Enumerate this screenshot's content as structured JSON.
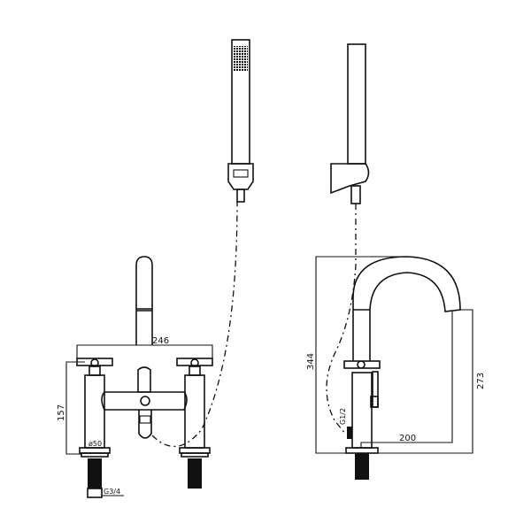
{
  "diagram": {
    "description": "Technical line drawing of a bath shower mixer tap (front view) and a single-hole bath filler with handset (side view)",
    "colors": {
      "line": "#111111",
      "background": "#ffffff"
    },
    "front_view": {
      "dimensions": {
        "width": "246",
        "height": "157",
        "base_diameter": "ø50",
        "thread": "G3/4"
      }
    },
    "side_view": {
      "dimensions": {
        "total_height": "344",
        "spout_height": "273",
        "spout_reach": "200",
        "thread": "G1/2"
      }
    }
  }
}
